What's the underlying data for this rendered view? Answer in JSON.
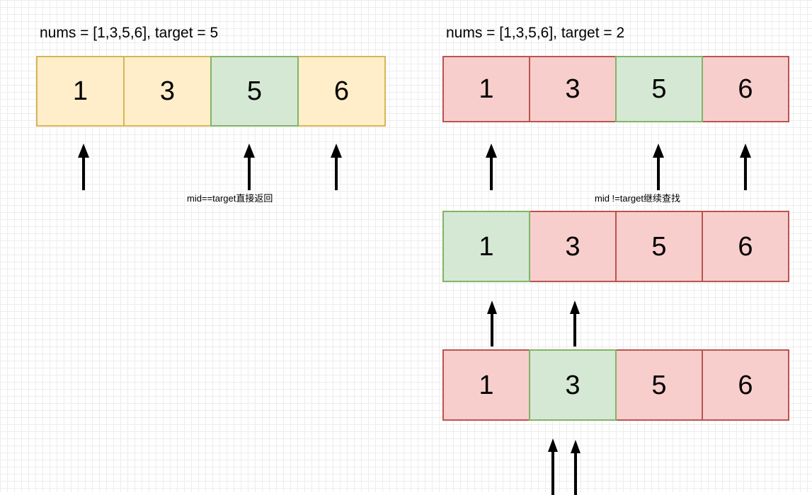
{
  "diagram": {
    "title_semantics": "binary-search-insert-position-illustration",
    "colors": {
      "yellow_fill": "#ffeec9",
      "yellow_border": "#d6b656",
      "green_fill": "#d5e8d4",
      "green_border": "#82b366",
      "red_fill": "#f8cecc",
      "red_border": "#b85450",
      "arrow": "#000000",
      "grid_minor": "#ededed",
      "grid_major": "#d4d4d4"
    }
  },
  "left_panel": {
    "caption": "nums = [1,3,5,6], target = 5",
    "note": "mid==target直接返回",
    "rows": [
      {
        "cells": [
          {
            "value": "1",
            "state": "yellow"
          },
          {
            "value": "3",
            "state": "yellow"
          },
          {
            "value": "5",
            "state": "green"
          },
          {
            "value": "6",
            "state": "yellow"
          }
        ]
      }
    ],
    "pointers": [
      {
        "label": "left-pointer-arrow"
      },
      {
        "label": "mid-pointer-arrow"
      },
      {
        "label": "right-pointer-arrow"
      }
    ]
  },
  "right_panel": {
    "caption": "nums = [1,3,5,6], target = 2",
    "note": "mid !=target继续查找",
    "rows": [
      {
        "cells": [
          {
            "value": "1",
            "state": "red"
          },
          {
            "value": "3",
            "state": "red"
          },
          {
            "value": "5",
            "state": "green"
          },
          {
            "value": "6",
            "state": "red"
          }
        ]
      },
      {
        "cells": [
          {
            "value": "1",
            "state": "green"
          },
          {
            "value": "3",
            "state": "red"
          },
          {
            "value": "5",
            "state": "red"
          },
          {
            "value": "6",
            "state": "red"
          }
        ]
      },
      {
        "cells": [
          {
            "value": "1",
            "state": "red"
          },
          {
            "value": "3",
            "state": "green"
          },
          {
            "value": "5",
            "state": "red"
          },
          {
            "value": "6",
            "state": "red"
          }
        ]
      }
    ],
    "pointers_row1": [
      {
        "label": "left-pointer-arrow"
      },
      {
        "label": "mid-pointer-arrow"
      },
      {
        "label": "right-pointer-arrow"
      }
    ],
    "pointers_row2": [
      {
        "label": "left-pointer-arrow"
      },
      {
        "label": "mid-pointer-arrow"
      }
    ],
    "pointers_row3": [
      {
        "label": "left-pointer-arrow"
      },
      {
        "label": "right-pointer-arrow"
      }
    ]
  }
}
